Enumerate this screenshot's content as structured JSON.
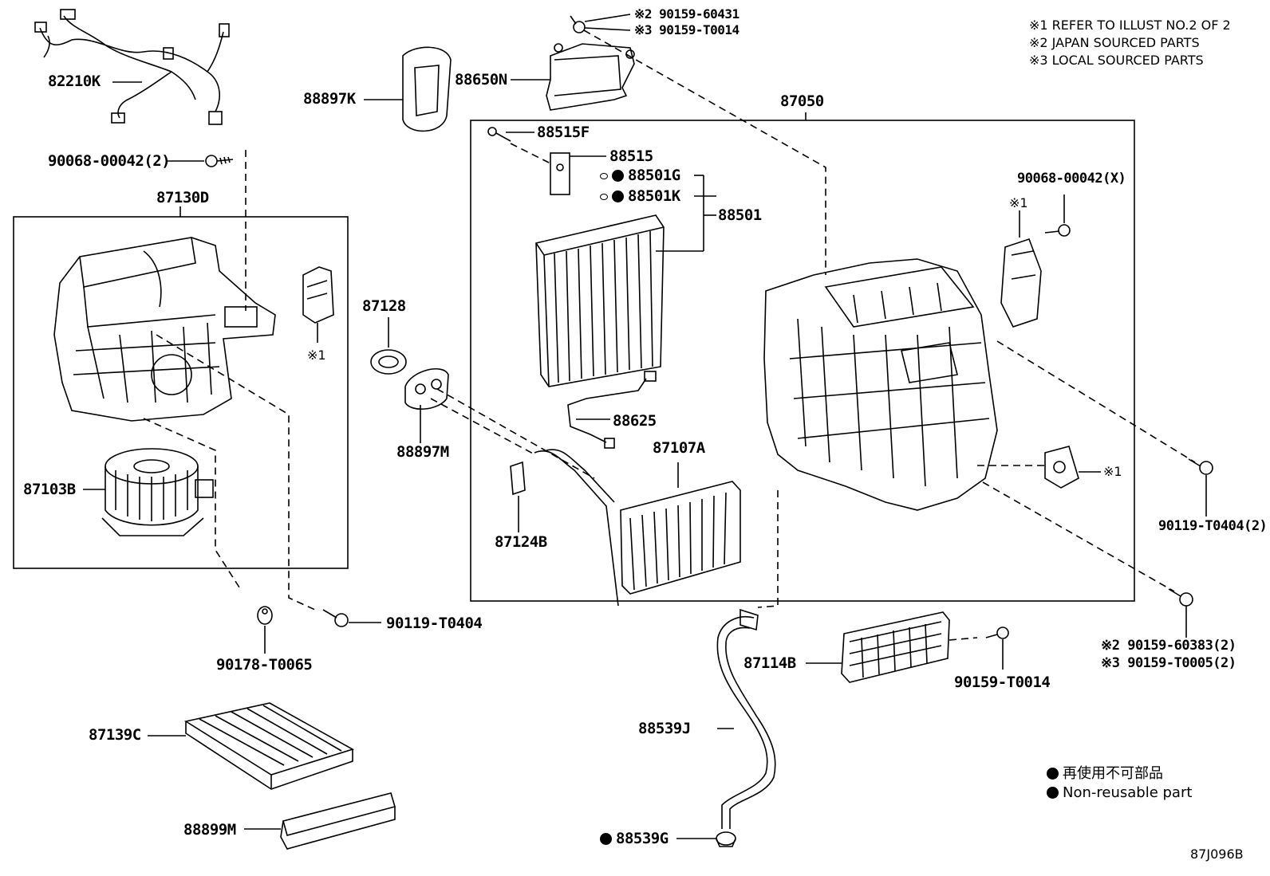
{
  "notes": {
    "n1": "※1 REFER TO ILLUST NO.2 OF 2",
    "n2": "※2 JAPAN SOURCED PARTS",
    "n3": "※3 LOCAL SOURCED PARTS"
  },
  "parts": {
    "p82210K": "82210K",
    "p90068_00042_2": "90068-00042(2)",
    "p87130D": "87130D",
    "p87103B": "87103B",
    "p90178_T0065": "90178-T0065",
    "p90119_T0404": "90119-T0404",
    "p87139C": "87139C",
    "p88899M": "88899M",
    "p88897K": "88897K",
    "p88650N": "88650N",
    "p90159_60431": "※2 90159-60431",
    "p90159_T0014_top": "※3 90159-T0014",
    "p87128": "87128",
    "p88897M": "88897M",
    "p87050": "87050",
    "p88515F": "88515F",
    "p88515": "88515",
    "p88501G": "88501G",
    "p88501K": "88501K",
    "p88501": "88501",
    "p88625": "88625",
    "p87107A": "87107A",
    "p87124B": "87124B",
    "p90068_00042_X": "90068-00042(X)",
    "p90119_T0404_2": "90119-T0404(2)",
    "p90159_60383_2": "※2 90159-60383(2)",
    "p90159_T0005_2": "※3 90159-T0005(2)",
    "p87114B": "87114B",
    "p90159_T0014": "90159-T0014",
    "p88539J": "88539J",
    "p88539G": "88539G"
  },
  "marks": {
    "ref1": "※1"
  },
  "legend": {
    "jp": "再使用不可部品",
    "en": "Non-reusable part"
  },
  "figure_id": "87J096B"
}
